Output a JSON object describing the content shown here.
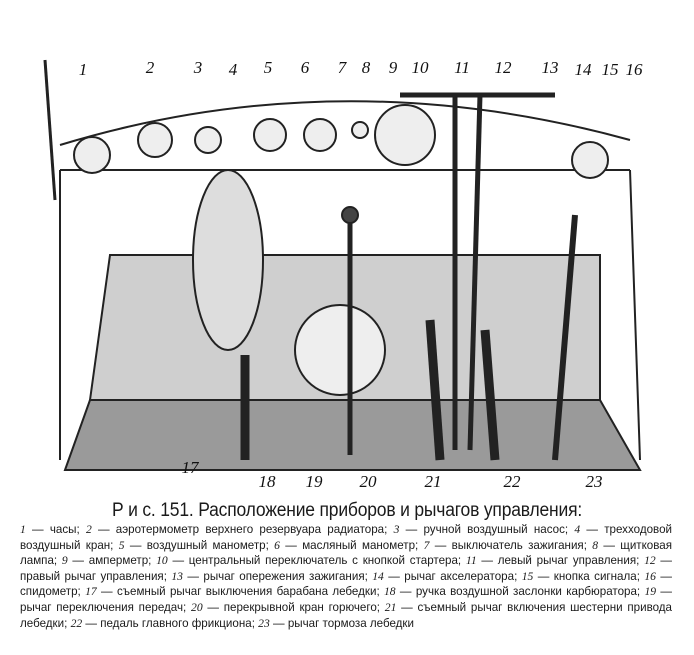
{
  "figure": {
    "callouts_top": [
      "1",
      "2",
      "3",
      "4",
      "5",
      "6",
      "7",
      "8",
      "9",
      "10",
      "11",
      "12",
      "13",
      "14",
      "15",
      "16"
    ],
    "callouts_bottom": [
      "17",
      "18",
      "19",
      "20",
      "21",
      "22",
      "23"
    ]
  },
  "caption": {
    "title": "Р и с. 151. Расположение приборов и рычагов управления:",
    "items": [
      {
        "n": "1",
        "t": "часы;"
      },
      {
        "n": "2",
        "t": "аэротермометр верхнего резервуара радиатора;"
      },
      {
        "n": "3",
        "t": "ручной воздушный насос;"
      },
      {
        "n": "4",
        "t": "трехходовой воздушный кран;"
      },
      {
        "n": "5",
        "t": "воздушный манометр;"
      },
      {
        "n": "6",
        "t": "масляный манометр;"
      },
      {
        "n": "7",
        "t": "выключатель зажигания;"
      },
      {
        "n": "8",
        "t": "щитковая лампа;"
      },
      {
        "n": "9",
        "t": "амперметр;"
      },
      {
        "n": "10",
        "t": "центральный переключатель с кнопкой стартера;"
      },
      {
        "n": "11",
        "t": "левый рычаг управления;"
      },
      {
        "n": "12",
        "t": "правый рычаг управления;"
      },
      {
        "n": "13",
        "t": "рычаг опережения зажигания;"
      },
      {
        "n": "14",
        "t": "рычаг акселератора;"
      },
      {
        "n": "15",
        "t": "кнопка сигнала;"
      },
      {
        "n": "16",
        "t": "спидометр;"
      },
      {
        "n": "17",
        "t": "съемный рычаг выключения барабана лебедки;"
      },
      {
        "n": "18",
        "t": "ручка воздушной заслонки карбюратора;"
      },
      {
        "n": "19",
        "t": "рычаг переключения передач;"
      },
      {
        "n": "20",
        "t": "перекрывной кран горючего;"
      },
      {
        "n": "21",
        "t": "съемный рычаг включения шестерни привода лебедки;"
      },
      {
        "n": "22",
        "t": "педаль главного фрикциона;"
      },
      {
        "n": "23",
        "t": "рычаг тормоза лебедки"
      }
    ]
  }
}
